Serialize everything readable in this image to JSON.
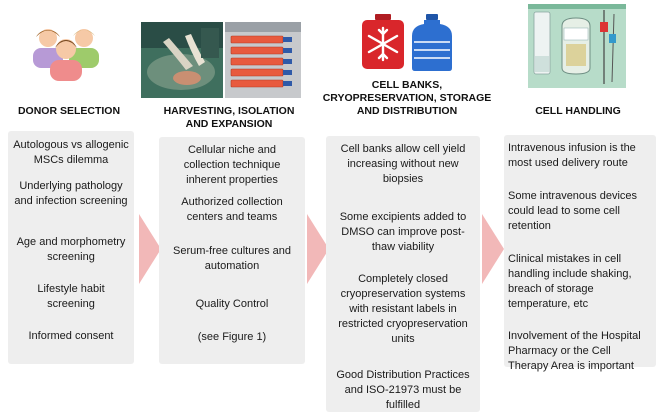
{
  "columns": [
    {
      "heading": "DONOR SELECTION",
      "items": [
        "Autologous vs allogenic MSCs dilemma",
        "Underlying pathology and infection screening",
        "Age and morphometry screening",
        "Lifestyle habit screening",
        "Informed consent"
      ]
    },
    {
      "heading": "HARVESTING, ISOLATION AND EXPANSION",
      "items": [
        "Cellular niche and collection technique inherent properties",
        "Authorized collection centers and teams",
        "Serum-free cultures and automation",
        "Quality Control",
        "(see Figure 1)"
      ]
    },
    {
      "heading": "CELL BANKS, CRYOPRESERVATION, STORAGE AND DISTRIBUTION",
      "items": [
        "Cell banks allow cell yield increasing without new biopsies",
        "Some excipients added to DMSO can improve post-thaw viability",
        "Completely closed cryopreservation systems with resistant labels in restricted cryopreservation units",
        "Good Distribution Practices and ISO-21973 must be fulfilled"
      ]
    },
    {
      "heading": "CELL HANDLING",
      "items": [
        "Intravenous infusion is the most used delivery route",
        "Some intravenous devices could lead to some cell retention",
        "Clinical mistakes in cell handling include shaking, breach of storage temperature, etc",
        "Involvement of the Hospital Pharmacy or the Cell Therapy Area is important"
      ]
    }
  ],
  "icons": {
    "donors": "people-group-icon",
    "harvest_photo": "surgery-photo",
    "flasks_photo": "culture-flasks-photo",
    "cryo_box": "snowflake-cryobox-icon",
    "nitrogen_tank": "liquid-nitrogen-tank-icon",
    "infusion_photo": "infusion-bag-photo"
  },
  "colors": {
    "panel": "#eeeeee",
    "arrow": "#f2b8b8",
    "cryo_red": "#d9262b",
    "tank_blue": "#2d6fd0"
  }
}
